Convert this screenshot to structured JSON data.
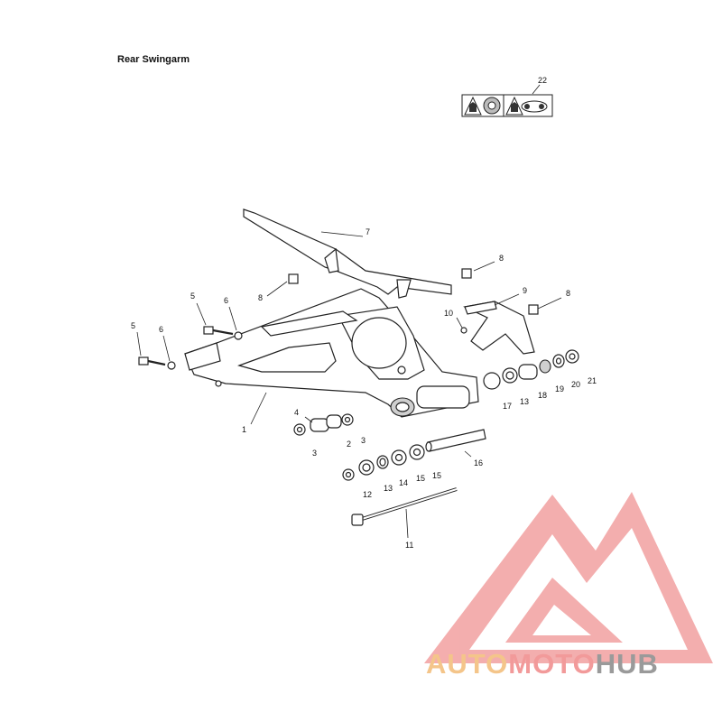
{
  "title": "Rear Swingarm",
  "callouts": {
    "c1": "1",
    "c2": "2",
    "c3a": "3",
    "c3b": "3",
    "c4": "4",
    "c5a": "5",
    "c5b": "5",
    "c6a": "6",
    "c6b": "6",
    "c7": "7",
    "c8a": "8",
    "c8b": "8",
    "c8c": "8",
    "c9": "9",
    "c10": "10",
    "c11": "11",
    "c12": "12",
    "c13a": "13",
    "c13b": "13",
    "c14": "14",
    "c15a": "15",
    "c15b": "15",
    "c16": "16",
    "c17": "17",
    "c18": "18",
    "c19": "19",
    "c20": "20",
    "c21": "21",
    "c22": "22"
  },
  "watermark": {
    "part1": "AUTO",
    "part2": "MOTO",
    "part3": "HUB",
    "color1": "#f4c58a",
    "color2": "#f29a9a",
    "color3": "#9a9a9a",
    "triangle_color": "#f2a0a0"
  }
}
